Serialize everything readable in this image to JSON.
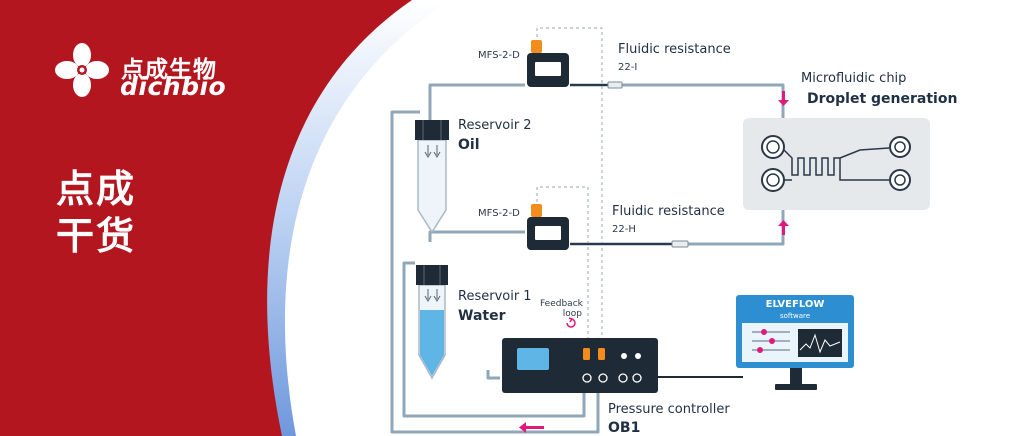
{
  "brand": {
    "name_cn": "点成生物",
    "name_en": "dichbio",
    "primary_color": "#b3161f",
    "logo_icon": "four-petal-logo-icon"
  },
  "headline": {
    "line1": "点成",
    "line2": "干货"
  },
  "diagram": {
    "sensor_top": "MFS-2-D",
    "sensor_bottom": "MFS-2-D",
    "resistance_top_title": "Fluidic resistance",
    "resistance_top_code": "22-I",
    "resistance_bottom_title": "Fluidic resistance",
    "resistance_bottom_code": "22-H",
    "chip_title": "Microfluidic chip",
    "chip_subtitle": "Droplet generation",
    "reservoir2_title": "Reservoir 2",
    "reservoir2_fluid": "Oil",
    "reservoir1_title": "Reservoir 1",
    "reservoir1_fluid": "Water",
    "feedback_line1": "Feedback",
    "feedback_line2": "loop",
    "controller_title": "Pressure controller",
    "controller_model": "OB1",
    "software_title": "ELVEFLOW",
    "software_subtitle": "software",
    "accent_flow_color": "#e0197d",
    "tube_color": "#8fa7b8"
  }
}
